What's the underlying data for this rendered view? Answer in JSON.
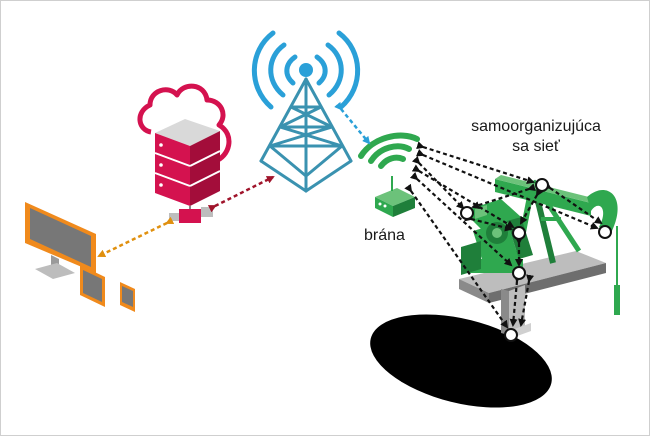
{
  "labels": {
    "network_line1": "samoorganizujúca",
    "network_line2": "sa sieť",
    "gateway": "brána"
  },
  "colors": {
    "cloud": "#d4124f",
    "server": "#d4124f",
    "tower": "#3a92b0",
    "wifi_blue": "#2aa0d8",
    "wifi_green": "#2fa84f",
    "pump": "#2fa84f",
    "devices_frame": "#f08a1c",
    "devices_screen": "#777777",
    "link_server_tower": "#a0142b",
    "link_server_devices": "#e0900f",
    "link_tower_gateway": "#2aa0d8",
    "mesh_links": "#111111",
    "shadow": "#000000"
  },
  "icons": [
    "cloud-icon",
    "server-icon",
    "radio-tower-icon",
    "wifi-signal-icon",
    "gateway-router-icon",
    "pumpjack-icon",
    "monitor-icon",
    "tablet-icon",
    "phone-icon",
    "sensor-node-icon"
  ]
}
